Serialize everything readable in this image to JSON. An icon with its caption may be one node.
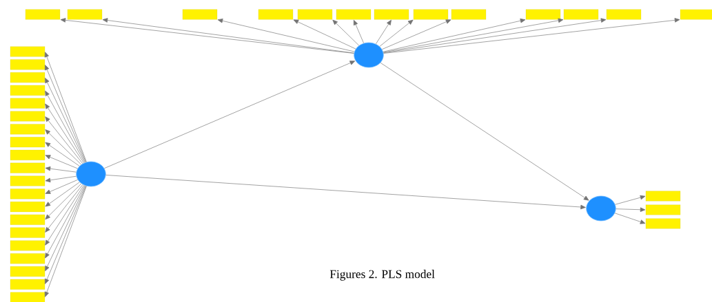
{
  "diagram": {
    "caption": "Figures 2. PLS model",
    "nodes": [
      {
        "text": [],
        "shape": "box"
      },
      {
        "text": [],
        "shape": "box"
      },
      {
        "text": [],
        "shape": "box"
      },
      {
        "text": [],
        "shape": "box"
      },
      {
        "text": [],
        "shape": "box"
      },
      {
        "text": [],
        "shape": "box"
      },
      {
        "text": [],
        "shape": "box"
      },
      {
        "text": [],
        "shape": "box"
      },
      {
        "text": [],
        "shape": "box"
      },
      {
        "text": [],
        "shape": "box"
      },
      {
        "text": [],
        "shape": "box"
      },
      {
        "text": [],
        "shape": "box"
      },
      {
        "text": [],
        "shape": "box"
      },
      {
        "text": [],
        "shape": "circle"
      },
      {
        "text": [],
        "shape": "box"
      },
      {
        "text": [],
        "shape": "box"
      },
      {
        "text": [],
        "shape": "box"
      },
      {
        "text": [],
        "shape": "box"
      },
      {
        "text": [],
        "shape": "box"
      },
      {
        "text": [],
        "shape": "box"
      },
      {
        "text": [],
        "shape": "box"
      },
      {
        "text": [],
        "shape": "box"
      },
      {
        "text": [],
        "shape": "box"
      },
      {
        "text": [],
        "shape": "box"
      },
      {
        "text": [],
        "shape": "box"
      },
      {
        "text": [],
        "shape": "box"
      },
      {
        "text": [],
        "shape": "box"
      },
      {
        "text": [],
        "shape": "box"
      },
      {
        "text": [],
        "shape": "box"
      },
      {
        "text": [],
        "shape": "box"
      },
      {
        "text": [],
        "shape": "box"
      },
      {
        "text": [],
        "shape": "box"
      },
      {
        "text": [],
        "shape": "box"
      },
      {
        "text": [],
        "shape": "box"
      },
      {
        "text": [],
        "shape": "circle"
      },
      {
        "text": [],
        "shape": "circle"
      },
      {
        "text": [],
        "shape": "box"
      },
      {
        "text": [],
        "shape": "box"
      },
      {
        "text": [],
        "shape": "box"
      }
    ],
    "edges": [
      {
        "from": 13,
        "to": 0,
        "arrow": "to"
      },
      {
        "from": 13,
        "to": 1,
        "arrow": "to"
      },
      {
        "from": 13,
        "to": 2,
        "arrow": "to"
      },
      {
        "from": 13,
        "to": 3,
        "arrow": "to"
      },
      {
        "from": 13,
        "to": 4,
        "arrow": "to"
      },
      {
        "from": 13,
        "to": 5,
        "arrow": "to"
      },
      {
        "from": 13,
        "to": 6,
        "arrow": "to"
      },
      {
        "from": 13,
        "to": 7,
        "arrow": "to"
      },
      {
        "from": 13,
        "to": 8,
        "arrow": "to"
      },
      {
        "from": 13,
        "to": 9,
        "arrow": "to"
      },
      {
        "from": 13,
        "to": 10,
        "arrow": "to"
      },
      {
        "from": 13,
        "to": 11,
        "arrow": "to"
      },
      {
        "from": 13,
        "to": 12,
        "arrow": "to"
      },
      {
        "from": 34,
        "to": 14,
        "arrow": "to"
      },
      {
        "from": 34,
        "to": 15,
        "arrow": "to"
      },
      {
        "from": 34,
        "to": 16,
        "arrow": "to"
      },
      {
        "from": 34,
        "to": 17,
        "arrow": "to"
      },
      {
        "from": 34,
        "to": 18,
        "arrow": "to"
      },
      {
        "from": 34,
        "to": 19,
        "arrow": "to"
      },
      {
        "from": 34,
        "to": 20,
        "arrow": "to"
      },
      {
        "from": 34,
        "to": 21,
        "arrow": "to"
      },
      {
        "from": 34,
        "to": 22,
        "arrow": "to"
      },
      {
        "from": 34,
        "to": 23,
        "arrow": "to"
      },
      {
        "from": 34,
        "to": 24,
        "arrow": "to"
      },
      {
        "from": 34,
        "to": 25,
        "arrow": "to"
      },
      {
        "from": 34,
        "to": 26,
        "arrow": "to"
      },
      {
        "from": 34,
        "to": 27,
        "arrow": "to"
      },
      {
        "from": 34,
        "to": 28,
        "arrow": "to"
      },
      {
        "from": 34,
        "to": 29,
        "arrow": "to"
      },
      {
        "from": 34,
        "to": 30,
        "arrow": "to"
      },
      {
        "from": 34,
        "to": 31,
        "arrow": "to"
      },
      {
        "from": 34,
        "to": 32,
        "arrow": "to"
      },
      {
        "from": 34,
        "to": 33,
        "arrow": "to"
      },
      {
        "from": 34,
        "to": 13,
        "arrow": "to"
      },
      {
        "from": 34,
        "to": 35,
        "arrow": "to"
      },
      {
        "from": 13,
        "to": 35,
        "arrow": "to"
      },
      {
        "from": 35,
        "to": 36,
        "arrow": "to"
      },
      {
        "from": 35,
        "to": 37,
        "arrow": "to"
      },
      {
        "from": 35,
        "to": 38,
        "arrow": "to"
      }
    ]
  }
}
